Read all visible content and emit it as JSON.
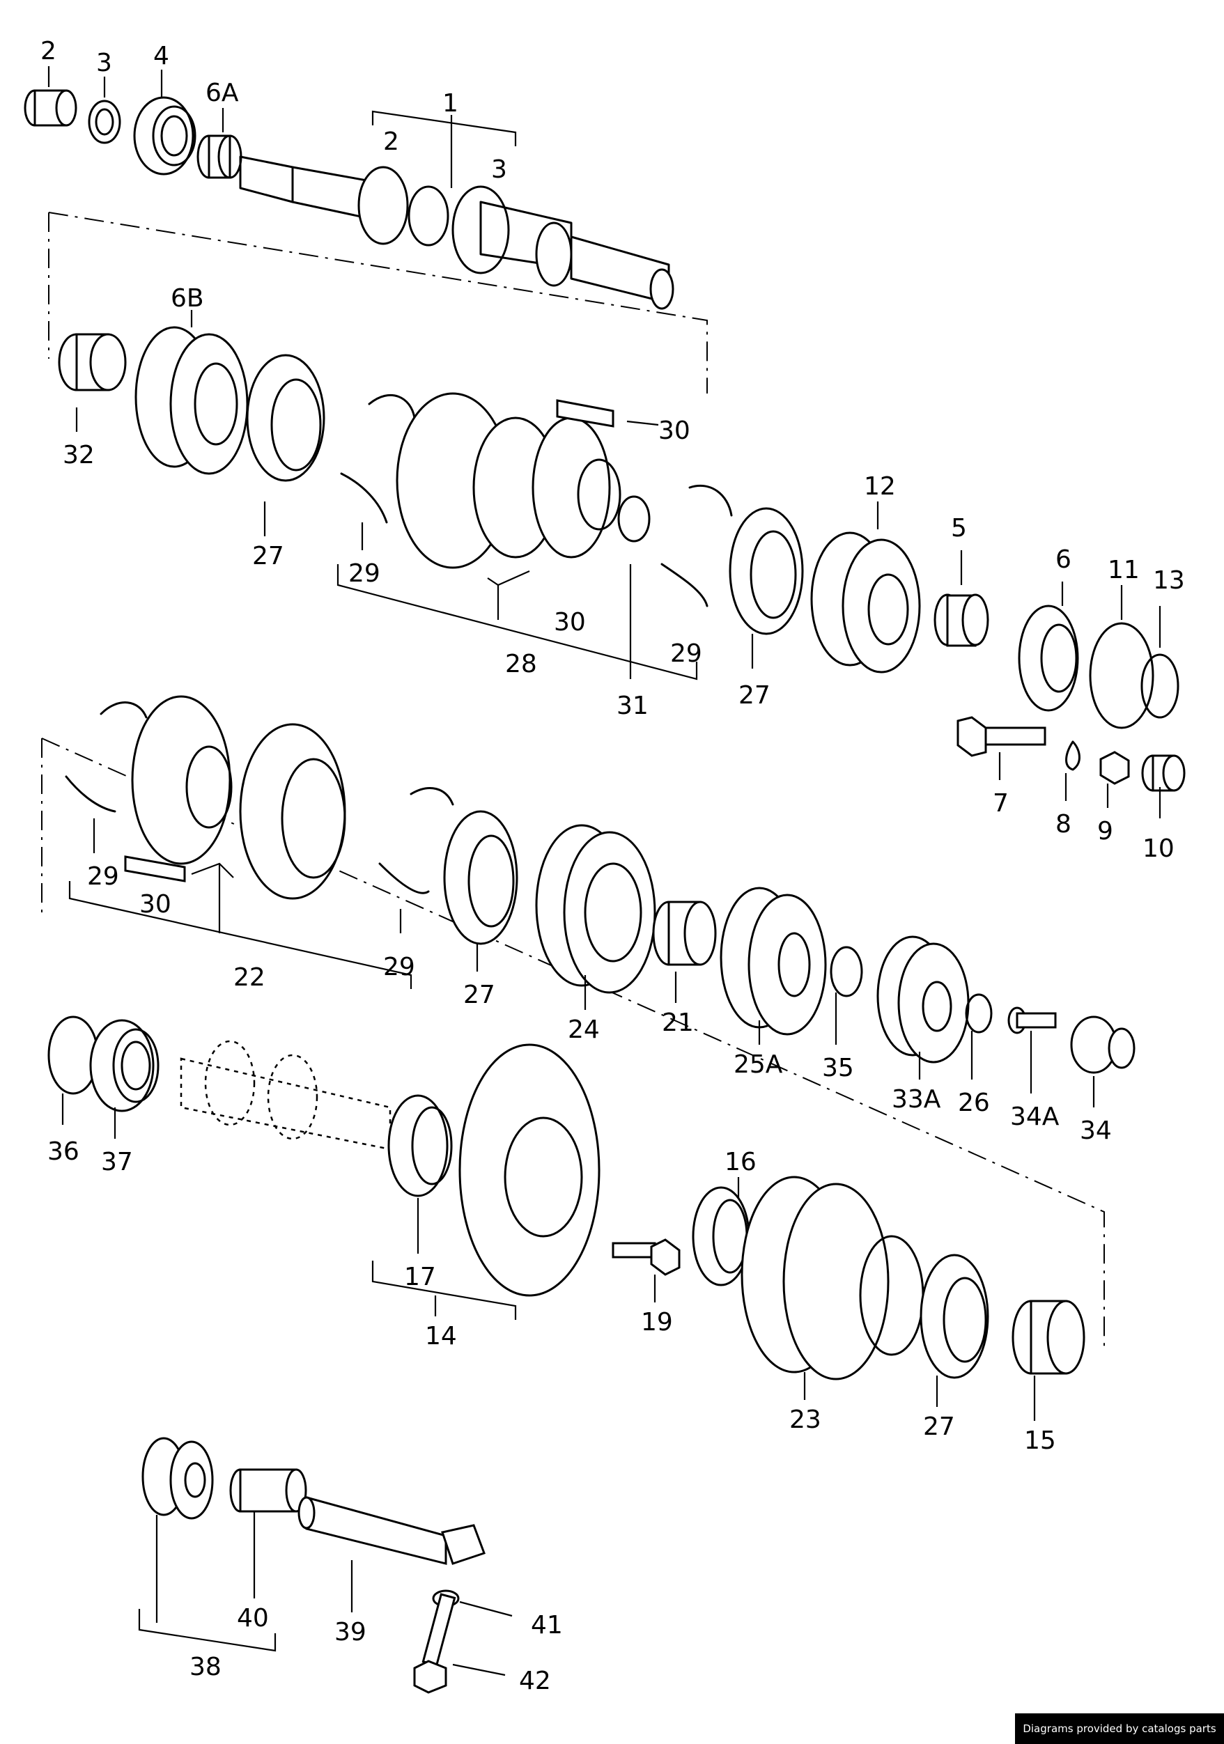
{
  "labels": {
    "p2a": "2",
    "p3a": "3",
    "p4": "4",
    "p6A": "6A",
    "p1": "1",
    "p2b": "2",
    "p3b": "3",
    "p6B": "6B",
    "p32": "32",
    "p27a": "27",
    "p29a": "29",
    "p30a": "30",
    "p30b": "30",
    "p28": "28",
    "p31": "31",
    "p29b": "29",
    "p27b": "27",
    "p12": "12",
    "p5": "5",
    "p6": "6",
    "p11": "11",
    "p13": "13",
    "p7": "7",
    "p8": "8",
    "p9": "9",
    "p10": "10",
    "p29c": "29",
    "p30c": "30",
    "p22": "22",
    "p29d": "29",
    "p27c": "27",
    "p24": "24",
    "p21": "21",
    "p25A": "25A",
    "p35": "35",
    "p33A": "33A",
    "p26": "26",
    "p34A": "34A",
    "p34": "34",
    "p36": "36",
    "p37": "37",
    "p17": "17",
    "p14": "14",
    "p16": "16",
    "p19": "19",
    "p23": "23",
    "p27d": "27",
    "p15": "15",
    "p40": "40",
    "p39": "39",
    "p41": "41",
    "p38": "38",
    "p42": "42"
  },
  "footer": {
    "text": "Diagrams provided by catalogs parts"
  }
}
